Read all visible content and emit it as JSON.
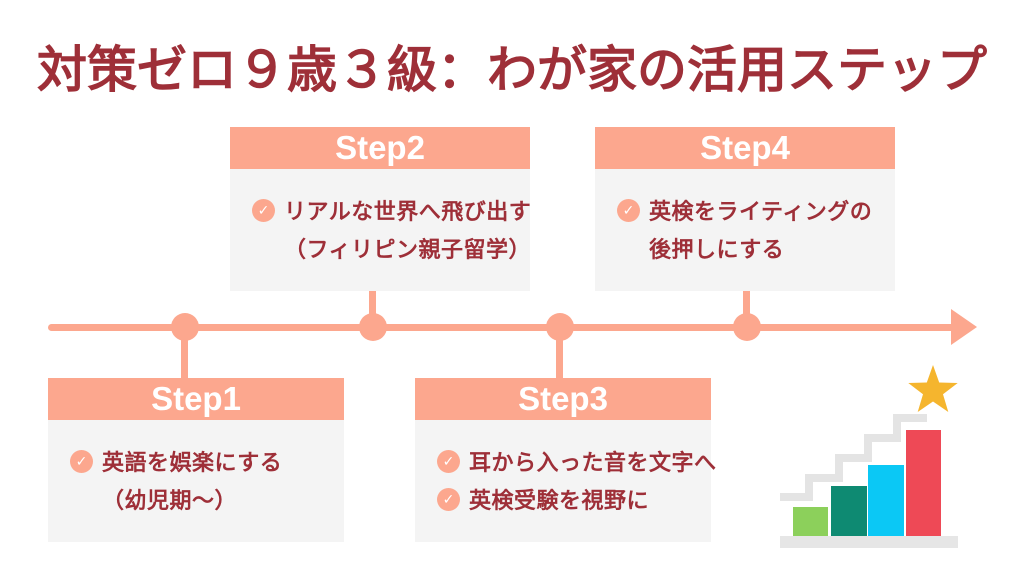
{
  "title": "対策ゼロ９歳３級：わが家の活用ステップ",
  "glyphs": {
    "check": "✓"
  },
  "colors": {
    "text_red": "#9E2F38",
    "salmon": "#FCA78E",
    "card_body_gray": "#F4F4F4",
    "header_text": "#FFFFFF",
    "bar_green": "#8CD05B",
    "bar_teal": "#0E8A72",
    "bar_cyan": "#0BC8F5",
    "bar_red": "#EE4956",
    "stair_gray": "#E4E4E4",
    "base_gray": "#E6E6E6",
    "star_gold": "#F5B52E"
  },
  "steps": [
    {
      "label": "Step1",
      "items": [
        {
          "check": true,
          "text": "英語を娯楽にする"
        },
        {
          "check": false,
          "text": "（幼児期〜）"
        }
      ]
    },
    {
      "label": "Step2",
      "items": [
        {
          "check": true,
          "text": "リアルな世界へ飛び出す"
        },
        {
          "check": false,
          "text": "（フィリピン親子留学）"
        }
      ]
    },
    {
      "label": "Step3",
      "items": [
        {
          "check": true,
          "text": "耳から入った音を文字へ"
        },
        {
          "check": true,
          "text": "英検受験を視野に"
        }
      ]
    },
    {
      "label": "Step4",
      "items": [
        {
          "check": true,
          "text": "英検をライティングの"
        },
        {
          "check": false,
          "text": "後押しにする"
        }
      ]
    }
  ]
}
